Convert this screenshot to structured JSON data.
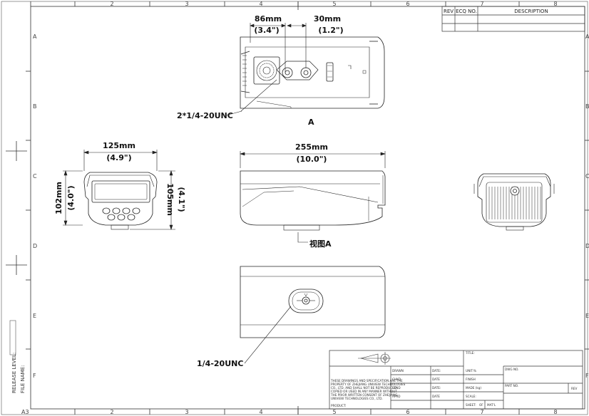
{
  "border": {
    "cols_top": [
      "2",
      "3",
      "4",
      "5",
      "6",
      "7",
      "8"
    ],
    "cols_bottom": [
      "2",
      "3",
      "4",
      "5",
      "6",
      "7",
      "8"
    ],
    "rows_left": [
      "A",
      "B",
      "C",
      "D",
      "E",
      "F"
    ],
    "rows_right": [
      "A",
      "B",
      "C",
      "D",
      "E",
      "F"
    ],
    "sheet_size": "A3"
  },
  "revision": {
    "rev": "REV",
    "ecq": "ECQ NO.",
    "desc": "DESCRIPTION"
  },
  "dims": {
    "top_w1_mm": "86mm",
    "top_w1_in": "(3.4\")",
    "top_w2_mm": "30mm",
    "top_w2_in": "(1.2\")",
    "len_mm": "255mm",
    "len_in": "(10.0\")",
    "front_w_mm": "125mm",
    "front_w_in": "(4.9\")",
    "front_h1_mm": "102mm",
    "front_h1_in": "(4.0\")",
    "front_h2_mm": "105mm",
    "front_h2_in": "(4.1\")"
  },
  "callouts": {
    "top_thread": "2*1/4-20UNC",
    "view_a": "A",
    "view_ref": "视图A",
    "bottom_thread": "1/4-20UNC"
  },
  "sidebar": {
    "release": "RELEASE LEVEL:",
    "file": "FILE NAME:"
  },
  "titleblock": {
    "title": "TITLE:",
    "drawn": "DRAWN",
    "chkd": "CHKD",
    "stnd": "STND",
    "aprd": "APRD",
    "product": "PRODUCT:",
    "date": "DATE:",
    "date2": "DATE",
    "date3": "DATE:",
    "date4": "DATE",
    "unit": "UNIT:%",
    "finish": "FINISH",
    "material": "MADE (kg)",
    "scale": "SCALE:",
    "sheet": "SHEET:",
    "of": "OF",
    "mat": "MAT'L",
    "dwg": "DWG NO.",
    "part": "PART NO.",
    "rev": "REV",
    "legal1": "THESE DRAWINGS AND SPECIFICATION ARE THE",
    "legal2": "PROPERTY OF ZHEJIANG UNIVIEW TECHNOLOGIES",
    "legal3": "CO., LTD. AND SHALL NOT BE REPRODUCED",
    "legal4": "COPIED OR USED IN ANY MANNER WITHOUT",
    "legal5": "THE PRIOR WRITTEN CONSENT OF ZHEJIANG",
    "legal6": "UNIVIEW TECHNOLOGIES CO., LTD."
  }
}
